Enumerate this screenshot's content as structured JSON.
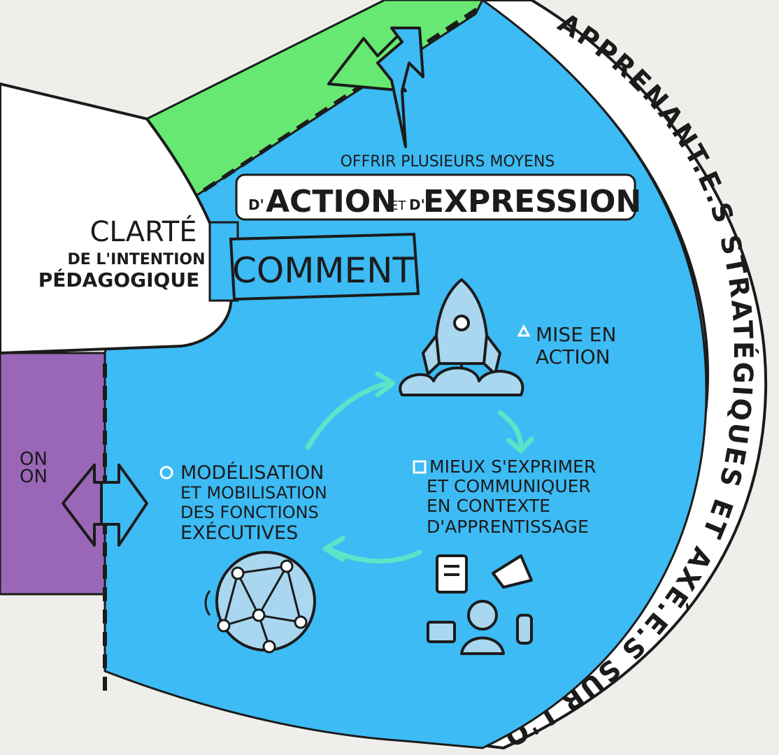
{
  "outer_ring": {
    "text": "APPRENANT.E.S STRATÉGIQUES ET AXÉ.E.S SUR L'OBJECTIF"
  },
  "center": {
    "line1": "CLARTÉ",
    "line2": "DE L'INTENTION",
    "line3": "PÉDAGOGIQUE"
  },
  "left_fragment": {
    "line1": "ON",
    "line2": "ON"
  },
  "principle": {
    "subtitle": "OFFRIR PLUSIEURS MOYENS",
    "prefix1": "D'",
    "word1": "ACTION",
    "connector": "ET",
    "prefix2": "D'",
    "word2": "EXPRESSION",
    "banner": "COMMENT"
  },
  "guidelines": [
    {
      "symbol": "triangle",
      "lines": [
        "MISE EN",
        "ACTION"
      ]
    },
    {
      "symbol": "square",
      "lines": [
        "MIEUX S'EXPRIMER",
        "ET COMMUNIQUER",
        "EN CONTEXTE",
        "D'APPRENTISSAGE"
      ]
    },
    {
      "symbol": "circle",
      "lines": [
        "MODÉLISATION",
        "ET MOBILISATION",
        "DES FONCTIONS",
        "EXÉCUTIVES"
      ]
    }
  ],
  "colors": {
    "background": "#efeeea",
    "blue": "#3dbbf4",
    "green": "#67e872",
    "purple": "#9a67b8",
    "cycle_arrow": "#5de3c8",
    "icon_fill": "#a9d7ef",
    "ink": "#1b1b1b"
  }
}
